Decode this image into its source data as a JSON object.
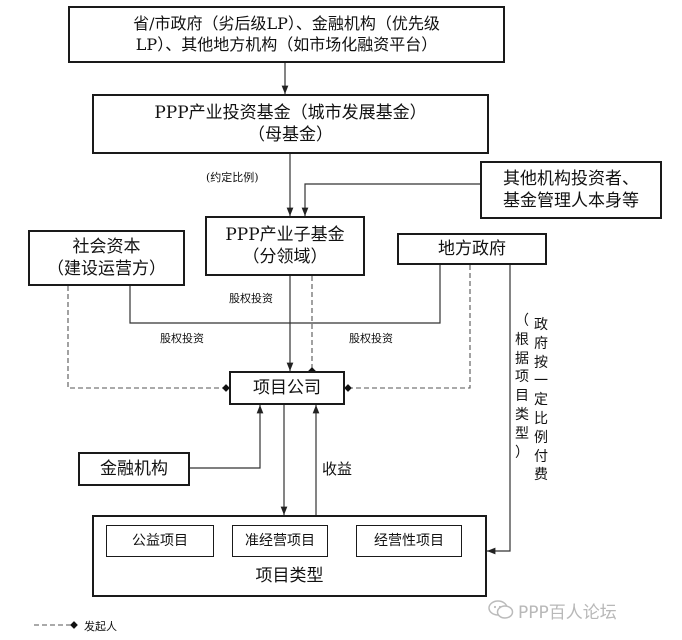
{
  "nodes": {
    "top_lps": [
      "省/市政府（劣后级LP）、金融机构（优先级",
      "LP）、其他地方机构（如市场化融资平台）"
    ],
    "mother_fund": [
      "PPP产业投资基金（城市发展基金）",
      "（母基金）"
    ],
    "other_investors": [
      "其他机构投资者、",
      "基金管理人本身等"
    ],
    "sub_fund": [
      "PPP产业子基金",
      "（分领域）"
    ],
    "social_capital": [
      "社会资本",
      "（建设运营方）"
    ],
    "local_gov": "地方政府",
    "project_company": "项目公司",
    "financial_institution": "金融机构",
    "project_types": {
      "title": "项目类型",
      "items": [
        "公益项目",
        "准经营项目",
        "经营性项目"
      ]
    }
  },
  "edge_labels": {
    "agreed_ratio": "(约定比例)",
    "equity_investment_center": "股权投资",
    "equity_investment_left": "股权投资",
    "equity_investment_right": "股权投资",
    "revenue": "收益",
    "gov_payment_paren": [
      "（",
      "根",
      "据",
      "项",
      "目",
      "类",
      "型",
      "）"
    ],
    "gov_payment_main": [
      "政",
      "府",
      "按",
      "一",
      "定",
      "比",
      "例",
      "付",
      "费"
    ]
  },
  "legend": {
    "initiator": "发起人"
  },
  "watermark": "PPP百人论坛"
}
